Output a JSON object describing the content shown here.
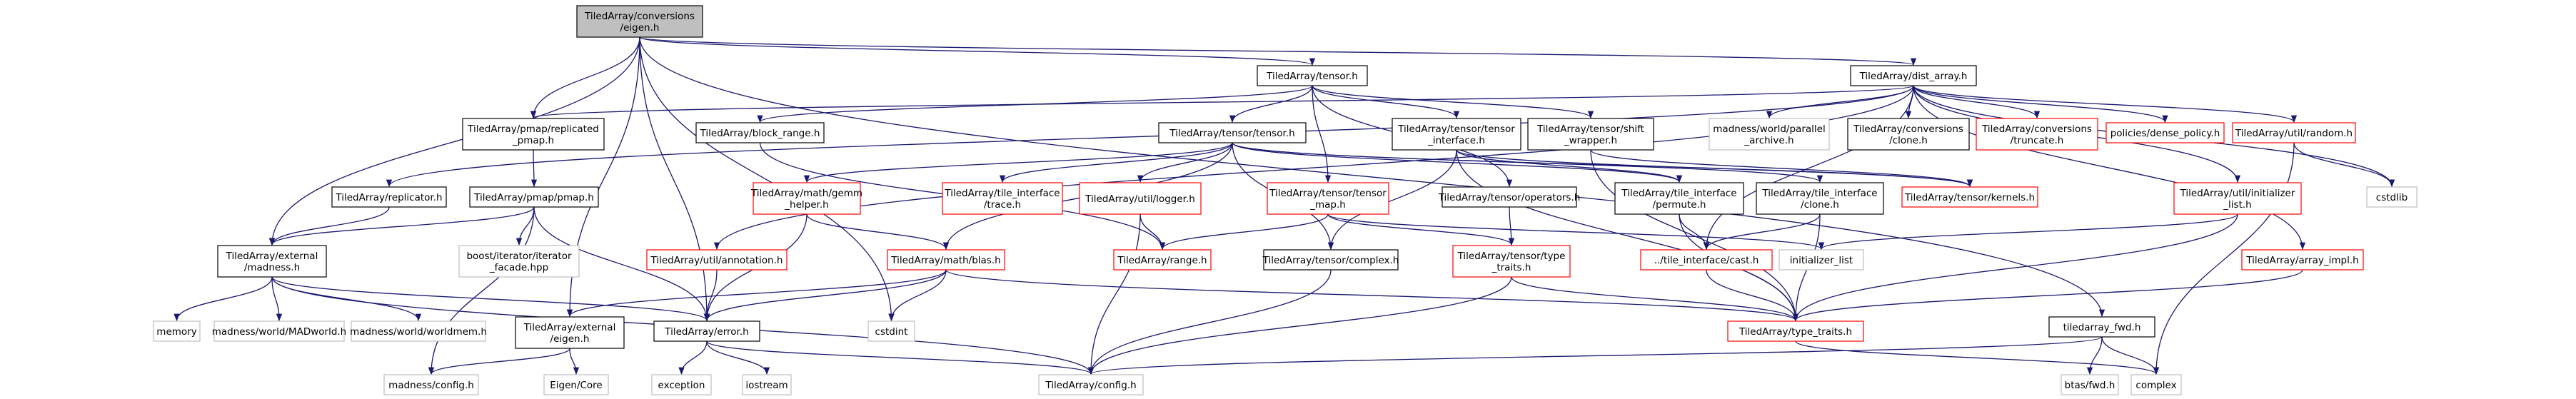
{
  "colors": {
    "edge": "#191970",
    "external_border": "#bfbfbf",
    "incomplete_border": "#ff0000",
    "normal_border": "#000000",
    "root_fill": "#bfbfbf"
  },
  "nodes": [
    {
      "id": "root",
      "lines": [
        "TiledArray/conversions",
        "/eigen.h"
      ],
      "kind": "root"
    },
    {
      "id": "tensor_h",
      "lines": [
        "TiledArray/tensor.h"
      ],
      "kind": "normal"
    },
    {
      "id": "dist_array",
      "lines": [
        "TiledArray/dist_array.h"
      ],
      "kind": "normal"
    },
    {
      "id": "pmap_repl",
      "lines": [
        "TiledArray/pmap/replicated",
        "_pmap.h"
      ],
      "kind": "normal"
    },
    {
      "id": "block_range",
      "lines": [
        "TiledArray/block_range.h"
      ],
      "kind": "normal"
    },
    {
      "id": "tensor_tensor",
      "lines": [
        "TiledArray/tensor/tensor.h"
      ],
      "kind": "normal"
    },
    {
      "id": "tensor_iface",
      "lines": [
        "TiledArray/tensor/tensor",
        "_interface.h"
      ],
      "kind": "normal"
    },
    {
      "id": "shift_wrap",
      "lines": [
        "TiledArray/tensor/shift",
        "_wrapper.h"
      ],
      "kind": "normal"
    },
    {
      "id": "archive",
      "lines": [
        "madness/world/parallel",
        "_archive.h"
      ],
      "kind": "grey"
    },
    {
      "id": "conv_clone",
      "lines": [
        "TiledArray/conversions",
        "/clone.h"
      ],
      "kind": "normal"
    },
    {
      "id": "conv_trunc",
      "lines": [
        "TiledArray/conversions",
        "/truncate.h"
      ],
      "kind": "red"
    },
    {
      "id": "dense_policy",
      "lines": [
        "policies/dense_policy.h"
      ],
      "kind": "red"
    },
    {
      "id": "util_random",
      "lines": [
        "TiledArray/util/random.h"
      ],
      "kind": "red"
    },
    {
      "id": "replicator",
      "lines": [
        "TiledArray/replicator.h"
      ],
      "kind": "normal"
    },
    {
      "id": "pmap_pmap",
      "lines": [
        "TiledArray/pmap/pmap.h"
      ],
      "kind": "normal"
    },
    {
      "id": "gemm_helper",
      "lines": [
        "TiledArray/math/gemm",
        "_helper.h"
      ],
      "kind": "red"
    },
    {
      "id": "tile_trace",
      "lines": [
        "TiledArray/tile_interface",
        "/trace.h"
      ],
      "kind": "red"
    },
    {
      "id": "util_logger",
      "lines": [
        "TiledArray/util/logger.h"
      ],
      "kind": "red"
    },
    {
      "id": "tensor_map",
      "lines": [
        "TiledArray/tensor/tensor",
        "_map.h"
      ],
      "kind": "red"
    },
    {
      "id": "tensor_ops",
      "lines": [
        "TiledArray/tensor/operators.h"
      ],
      "kind": "normal"
    },
    {
      "id": "tile_permute",
      "lines": [
        "TiledArray/tile_interface",
        "/permute.h"
      ],
      "kind": "normal"
    },
    {
      "id": "tile_clone",
      "lines": [
        "TiledArray/tile_interface",
        "/clone.h"
      ],
      "kind": "normal"
    },
    {
      "id": "tensor_kernels",
      "lines": [
        "TiledArray/tensor/kernels.h"
      ],
      "kind": "red"
    },
    {
      "id": "util_initlist",
      "lines": [
        "TiledArray/util/initializer",
        "_list.h"
      ],
      "kind": "red"
    },
    {
      "id": "cstdlib",
      "lines": [
        "cstdlib"
      ],
      "kind": "grey"
    },
    {
      "id": "ext_madness",
      "lines": [
        "TiledArray/external",
        "/madness.h"
      ],
      "kind": "normal"
    },
    {
      "id": "iter_facade",
      "lines": [
        "boost/iterator/iterator",
        "_facade.hpp"
      ],
      "kind": "grey"
    },
    {
      "id": "util_annot",
      "lines": [
        "TiledArray/util/annotation.h"
      ],
      "kind": "red"
    },
    {
      "id": "math_blas",
      "lines": [
        "TiledArray/math/blas.h"
      ],
      "kind": "red"
    },
    {
      "id": "range_h",
      "lines": [
        "TiledArray/range.h"
      ],
      "kind": "red"
    },
    {
      "id": "tensor_complex",
      "lines": [
        "TiledArray/tensor/complex.h"
      ],
      "kind": "normal"
    },
    {
      "id": "tensor_type_traits",
      "lines": [
        "TiledArray/tensor/type",
        "_traits.h"
      ],
      "kind": "red"
    },
    {
      "id": "tile_cast",
      "lines": [
        "../tile_interface/cast.h"
      ],
      "kind": "red"
    },
    {
      "id": "initializer_list",
      "lines": [
        "initializer_list"
      ],
      "kind": "grey"
    },
    {
      "id": "array_impl",
      "lines": [
        "TiledArray/array_impl.h"
      ],
      "kind": "red"
    },
    {
      "id": "memory",
      "lines": [
        "memory"
      ],
      "kind": "grey"
    },
    {
      "id": "mad_world",
      "lines": [
        "madness/world/MADworld.h"
      ],
      "kind": "grey"
    },
    {
      "id": "mad_worldmem",
      "lines": [
        "madness/world/worldmem.h"
      ],
      "kind": "grey"
    },
    {
      "id": "ext_eigen",
      "lines": [
        "TiledArray/external",
        "/eigen.h"
      ],
      "kind": "normal"
    },
    {
      "id": "error_h",
      "lines": [
        "TiledArray/error.h"
      ],
      "kind": "normal"
    },
    {
      "id": "cstdint",
      "lines": [
        "cstdint"
      ],
      "kind": "grey"
    },
    {
      "id": "type_traits",
      "lines": [
        "TiledArray/type_traits.h"
      ],
      "kind": "red"
    },
    {
      "id": "ta_fwd",
      "lines": [
        "tiledarray_fwd.h"
      ],
      "kind": "normal"
    },
    {
      "id": "mad_config",
      "lines": [
        "madness/config.h"
      ],
      "kind": "grey"
    },
    {
      "id": "eigen_core",
      "lines": [
        "Eigen/Core"
      ],
      "kind": "grey"
    },
    {
      "id": "exception",
      "lines": [
        "exception"
      ],
      "kind": "grey"
    },
    {
      "id": "iostream",
      "lines": [
        "iostream"
      ],
      "kind": "grey"
    },
    {
      "id": "ta_config",
      "lines": [
        "TiledArray/config.h"
      ],
      "kind": "grey"
    },
    {
      "id": "btas_fwd",
      "lines": [
        "btas/fwd.h"
      ],
      "kind": "grey"
    },
    {
      "id": "complex",
      "lines": [
        "complex"
      ],
      "kind": "grey"
    }
  ]
}
